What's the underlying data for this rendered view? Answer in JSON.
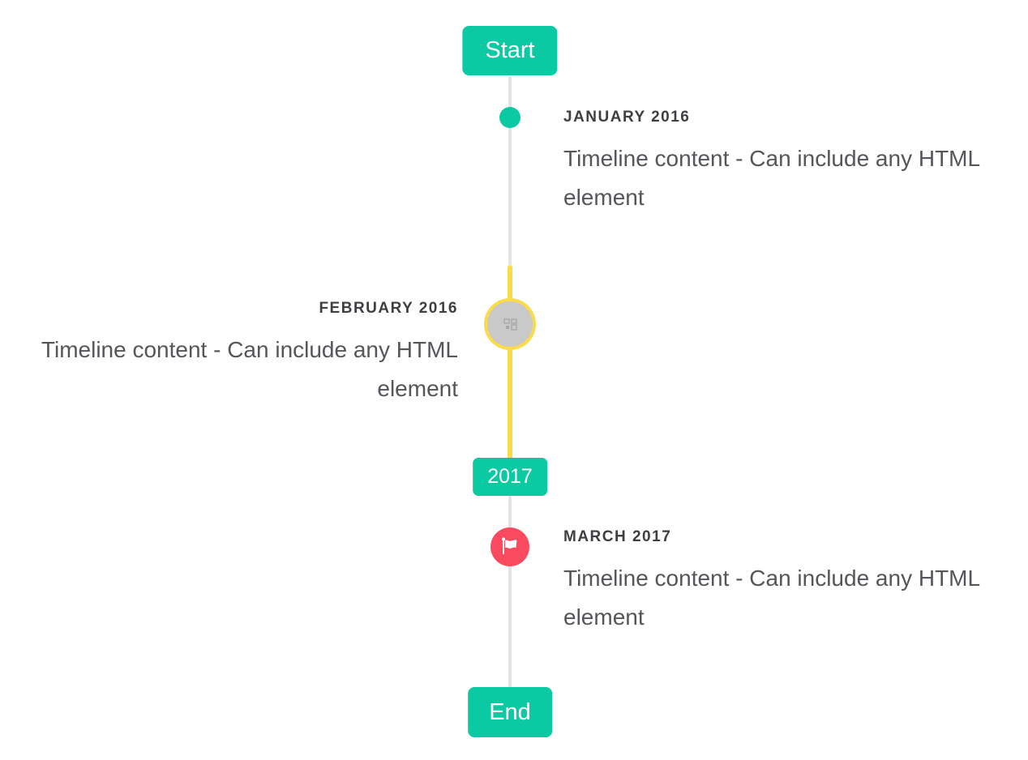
{
  "timeline": {
    "start_badge": "Start",
    "year_badge": "2017",
    "end_badge": "End",
    "events": [
      {
        "title": "JANUARY 2016",
        "content": "Timeline content - Can include any HTML element",
        "side": "right",
        "marker": "teal-dot"
      },
      {
        "title": "FEBRUARY 2016",
        "content": "Timeline content - Can include any HTML element",
        "side": "left",
        "marker": "gray-circle-yellow-ring",
        "marker_icon": "broken-image-icon"
      },
      {
        "title": "MARCH 2017",
        "content": "Timeline content - Can include any HTML element",
        "side": "right",
        "marker": "red-flag-circle",
        "marker_icon": "flag-icon"
      }
    ],
    "colors": {
      "accent_teal": "#0bc9a2",
      "accent_yellow": "#fadb4a",
      "accent_red": "#fa4a5f",
      "line_gray": "#e3e3e4",
      "marker_gray": "#c9c9c9",
      "title_text": "#3e3f42",
      "content_text": "#55565a",
      "background": "#ffffff"
    }
  }
}
